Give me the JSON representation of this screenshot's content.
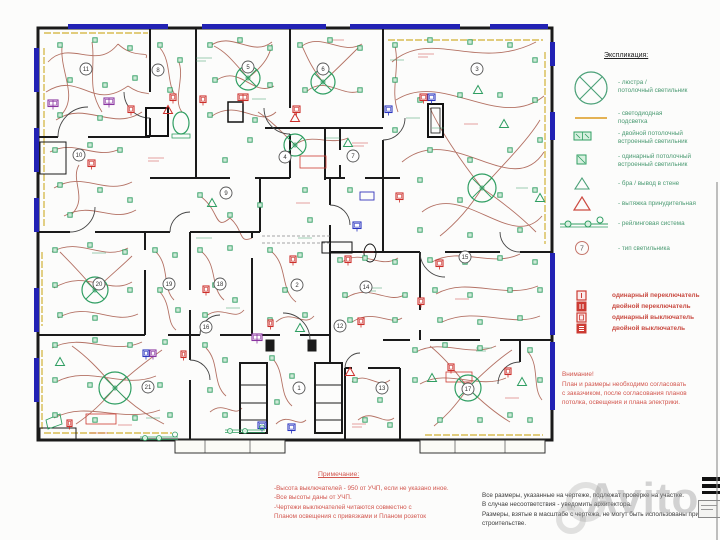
{
  "legend": {
    "title": "Экспликация:",
    "items": [
      {
        "icon": "chandelier-icon",
        "label": "- люстра /\nпотолочный светильник"
      },
      {
        "icon": "led-strip-icon",
        "label": "- светодиодная\nподсветка"
      },
      {
        "icon": "double-recessed-light-icon",
        "label": "- двойной потолочный\nвстроенный светильник"
      },
      {
        "icon": "single-recessed-light-icon",
        "label": "- одинарный потолочный\nвстроенный светильник"
      },
      {
        "icon": "sconce-triangle-icon",
        "label": "- бра / вывод в стене"
      },
      {
        "icon": "exhaust-fan-triangle-icon",
        "label": "- вытяжка принудительная"
      },
      {
        "icon": "rail-system-icon",
        "label": "- рейлинговая система"
      },
      {
        "icon": "type-number-circle-icon",
        "symbol_text": "7",
        "label": "- тип светильника"
      }
    ],
    "switches": [
      {
        "icon": "single-toggle-switch-icon",
        "label": "одинарный переключатель"
      },
      {
        "icon": "double-toggle-switch-icon",
        "label": "двойной переключатель"
      },
      {
        "icon": "single-switch-icon",
        "label": "одинарный выключатель"
      },
      {
        "icon": "double-switch-icon",
        "label": "двойной выключатель"
      }
    ]
  },
  "warning": {
    "title": "Внимание!",
    "body": "План и размеры необходимо согласовать\nс заказчиком, после согласования планов\nпотолка, освещения и плана электрики."
  },
  "notes": {
    "title": "Примечание:",
    "body": "-Высота выключателей - 950 от УЧП, если не указано иное.\n-Все высоты даны от УЧП.\n-Чертежи выключателей читаются совместно с\nПланом освещения с  привязками и Планом розеток"
  },
  "disclaimer": {
    "body": "Все размеры, указанные на чертеже, подлежат проверке на участке.\nВ случае несоответствия - уведомить архитектора.\nРазмеры, взятые в масштабе с чертежа, не могут быть использованы при\nстроительстве."
  },
  "watermark": {
    "text": "Avito"
  },
  "plan": {
    "colors": {
      "wall": "#1a1a1a",
      "window": "#2222b4",
      "wire": "#b06a5c",
      "light": "#2f9e62",
      "led": "#d8bc52",
      "switch_red": "#cc2f2a",
      "switch_blue": "#2a35c0",
      "switch_purple": "#8a35a0",
      "number": "#333333"
    },
    "room_numbers": [
      [
        "11",
        86,
        69
      ],
      [
        "8",
        158,
        70
      ],
      [
        "5",
        248,
        67
      ],
      [
        "6",
        323,
        69
      ],
      [
        "3",
        477,
        69
      ],
      [
        "10",
        79,
        155
      ],
      [
        "4",
        285,
        157
      ],
      [
        "7",
        353,
        156
      ],
      [
        "9",
        226,
        193
      ],
      [
        "20",
        99,
        284
      ],
      [
        "19",
        169,
        284
      ],
      [
        "18",
        220,
        284
      ],
      [
        "2",
        297,
        285
      ],
      [
        "14",
        366,
        287
      ],
      [
        "15",
        465,
        257
      ],
      [
        "16",
        206,
        327
      ],
      [
        "12",
        340,
        326
      ],
      [
        "21",
        148,
        387
      ],
      [
        "1",
        299,
        388
      ],
      [
        "13",
        382,
        388
      ],
      [
        "17",
        468,
        389
      ]
    ],
    "chandeliers": [
      [
        248,
        78,
        12
      ],
      [
        323,
        82,
        12
      ],
      [
        295,
        145,
        11
      ],
      [
        482,
        188,
        14
      ],
      [
        95,
        290,
        13
      ],
      [
        115,
        388,
        16
      ],
      [
        468,
        388,
        13
      ]
    ],
    "lights": [
      [
        60,
        45
      ],
      [
        95,
        40
      ],
      [
        130,
        48
      ],
      [
        70,
        80
      ],
      [
        105,
        85
      ],
      [
        135,
        78
      ],
      [
        60,
        115
      ],
      [
        100,
        118
      ],
      [
        160,
        45
      ],
      [
        180,
        60
      ],
      [
        170,
        90
      ],
      [
        210,
        45
      ],
      [
        240,
        40
      ],
      [
        270,
        48
      ],
      [
        215,
        80
      ],
      [
        270,
        85
      ],
      [
        210,
        115
      ],
      [
        255,
        120
      ],
      [
        300,
        45
      ],
      [
        330,
        40
      ],
      [
        360,
        48
      ],
      [
        305,
        90
      ],
      [
        360,
        90
      ],
      [
        395,
        45
      ],
      [
        430,
        40
      ],
      [
        470,
        42
      ],
      [
        510,
        45
      ],
      [
        535,
        60
      ],
      [
        395,
        80
      ],
      [
        420,
        100
      ],
      [
        460,
        95
      ],
      [
        500,
        95
      ],
      [
        535,
        100
      ],
      [
        395,
        130
      ],
      [
        430,
        150
      ],
      [
        470,
        160
      ],
      [
        510,
        150
      ],
      [
        540,
        140
      ],
      [
        420,
        180
      ],
      [
        460,
        200
      ],
      [
        500,
        195
      ],
      [
        535,
        190
      ],
      [
        420,
        230
      ],
      [
        470,
        235
      ],
      [
        520,
        230
      ],
      [
        250,
        140
      ],
      [
        225,
        160
      ],
      [
        305,
        190
      ],
      [
        350,
        190
      ],
      [
        310,
        220
      ],
      [
        260,
        205
      ],
      [
        55,
        150
      ],
      [
        90,
        145
      ],
      [
        120,
        150
      ],
      [
        60,
        185
      ],
      [
        100,
        190
      ],
      [
        130,
        200
      ],
      [
        70,
        215
      ],
      [
        200,
        195
      ],
      [
        230,
        215
      ],
      [
        55,
        250
      ],
      [
        90,
        245
      ],
      [
        125,
        252
      ],
      [
        55,
        285
      ],
      [
        130,
        290
      ],
      [
        60,
        315
      ],
      [
        95,
        318
      ],
      [
        155,
        250
      ],
      [
        175,
        255
      ],
      [
        160,
        290
      ],
      [
        178,
        310
      ],
      [
        200,
        250
      ],
      [
        230,
        248
      ],
      [
        215,
        285
      ],
      [
        235,
        300
      ],
      [
        205,
        315
      ],
      [
        270,
        250
      ],
      [
        300,
        255
      ],
      [
        285,
        290
      ],
      [
        270,
        320
      ],
      [
        305,
        315
      ],
      [
        340,
        260
      ],
      [
        365,
        258
      ],
      [
        395,
        262
      ],
      [
        345,
        295
      ],
      [
        405,
        295
      ],
      [
        350,
        320
      ],
      [
        395,
        320
      ],
      [
        430,
        260
      ],
      [
        465,
        262
      ],
      [
        500,
        258
      ],
      [
        535,
        262
      ],
      [
        435,
        290
      ],
      [
        470,
        295
      ],
      [
        510,
        290
      ],
      [
        540,
        290
      ],
      [
        440,
        320
      ],
      [
        480,
        322
      ],
      [
        520,
        318
      ],
      [
        55,
        345
      ],
      [
        95,
        340
      ],
      [
        130,
        345
      ],
      [
        165,
        342
      ],
      [
        55,
        380
      ],
      [
        90,
        385
      ],
      [
        160,
        385
      ],
      [
        55,
        415
      ],
      [
        95,
        420
      ],
      [
        135,
        418
      ],
      [
        170,
        415
      ],
      [
        205,
        345
      ],
      [
        225,
        360
      ],
      [
        210,
        390
      ],
      [
        225,
        415
      ],
      [
        272,
        358
      ],
      [
        292,
        376
      ],
      [
        277,
        402
      ],
      [
        355,
        380
      ],
      [
        380,
        400
      ],
      [
        365,
        420
      ],
      [
        390,
        425
      ],
      [
        415,
        350
      ],
      [
        445,
        345
      ],
      [
        480,
        348
      ],
      [
        415,
        380
      ],
      [
        440,
        420
      ],
      [
        480,
        420
      ],
      [
        510,
        415
      ],
      [
        530,
        350
      ],
      [
        540,
        380
      ],
      [
        530,
        420
      ]
    ],
    "switches": [
      [
        48,
        100,
        10,
        "purple"
      ],
      [
        104,
        98,
        10,
        "purple"
      ],
      [
        128,
        106,
        6,
        "red"
      ],
      [
        170,
        94,
        6,
        "red"
      ],
      [
        200,
        96,
        6,
        "red"
      ],
      [
        238,
        94,
        10,
        "red"
      ],
      [
        293,
        106,
        7,
        "red"
      ],
      [
        385,
        106,
        7,
        "blue"
      ],
      [
        420,
        94,
        7,
        "red"
      ],
      [
        428,
        94,
        7,
        "blue"
      ],
      [
        396,
        193,
        7,
        "red"
      ],
      [
        88,
        160,
        7,
        "red"
      ],
      [
        203,
        286,
        6,
        "red"
      ],
      [
        290,
        256,
        6,
        "red"
      ],
      [
        345,
        256,
        6,
        "red"
      ],
      [
        436,
        260,
        7,
        "red"
      ],
      [
        418,
        298,
        6,
        "red"
      ],
      [
        143,
        350,
        6,
        "blue"
      ],
      [
        150,
        350,
        6,
        "purple"
      ],
      [
        181,
        351,
        5,
        "red"
      ],
      [
        252,
        334,
        10,
        "purple"
      ],
      [
        358,
        318,
        6,
        "red"
      ],
      [
        268,
        320,
        5,
        "red"
      ],
      [
        258,
        422,
        8,
        "blue"
      ],
      [
        288,
        424,
        7,
        "blue"
      ],
      [
        448,
        364,
        6,
        "red"
      ],
      [
        505,
        368,
        6,
        "red"
      ],
      [
        67,
        420,
        5,
        "red"
      ],
      [
        353,
        222,
        8,
        "blue"
      ]
    ],
    "triangles": [
      [
        504,
        124,
        "g"
      ],
      [
        540,
        198,
        "g"
      ],
      [
        212,
        203,
        "g"
      ],
      [
        348,
        143,
        "g"
      ],
      [
        522,
        382,
        "g"
      ],
      [
        300,
        328,
        "g"
      ],
      [
        60,
        362,
        "g"
      ],
      [
        478,
        90,
        "g"
      ],
      [
        432,
        378,
        "g"
      ],
      [
        168,
        110,
        "r"
      ],
      [
        350,
        372,
        "r"
      ],
      [
        295,
        118,
        "r"
      ]
    ],
    "rails": [
      [
        225,
        430,
        265
      ],
      [
        140,
        437,
        178
      ]
    ]
  }
}
